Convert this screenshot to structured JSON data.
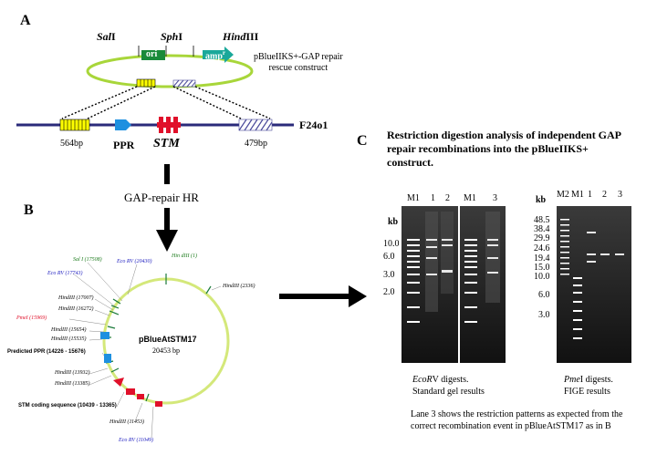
{
  "panel_a": {
    "letter": "A",
    "sites": [
      "SalI",
      "SphI",
      "HindIII"
    ],
    "sal_italic": "Sal",
    "sal_rest": "I",
    "sph_italic": "Sph",
    "sph_rest": "I",
    "hind_italic": "Hind",
    "hind_rest": "III",
    "ori": "ori",
    "amp": "amp",
    "amp_sup": "r",
    "construct_line1": "pBlueIIKS+-GAP repair",
    "construct_line2": "rescue construct",
    "bac_label": "F24o1",
    "left_bp": "564bp",
    "right_bp": "479bp",
    "ppr": "PPR",
    "stm": "STM",
    "hr_label": "GAP-repair HR"
  },
  "panel_b": {
    "letter": "B",
    "plasmid_name": "pBlueAtSTM17",
    "plasmid_size": "20453 bp",
    "sal1": "Sal I (17508)",
    "ecorv_top": "Eco RV (20430)",
    "ecorv_left": "Eco RV (17743)",
    "hind_top": "Hin dIII (1)",
    "hind_2336": "HindIII (2336)",
    "hind_17007": "HindIII (17007)",
    "hind_16272": "HindIII (16272)",
    "pme1": "PmeI (15969)",
    "hind_15654": "HindIII (15654)",
    "hind_15535": "HindIII (15535)",
    "predicted_ppr": "Predicted PPR (14226 - 15676)",
    "hind_13932": "HindIII (13932)",
    "hind_13385": "HindIII (13385)",
    "stm_seq": "STM coding sequence (10439 - 13365)",
    "hind_11453": "HindIII (11453)",
    "ecorv_bottom": "Eco RV (11049)"
  },
  "panel_c": {
    "letter": "C",
    "title_line1": "Restriction digestion analysis of independent GAP",
    "title_line2": "repair recombinations into the pBlueIIKS+",
    "title_line3": "construct.",
    "gel1_lanes": [
      "M1",
      "1",
      "2",
      "M1",
      "3"
    ],
    "gel1_kb": "kb",
    "gel1_markers": [
      "10.0",
      "6.0",
      "3.0",
      "2.0"
    ],
    "gel2_lanes": [
      "M2",
      "M1",
      "1",
      "2",
      "3"
    ],
    "gel2_kb": "kb",
    "gel2_markers": [
      "48.5",
      "38.4",
      "29.9",
      "24.6",
      "19.4",
      "15.0",
      "10.0",
      "6.0",
      "3.0"
    ],
    "gel1_caption_italic": "EcoR",
    "gel1_caption_rest": "V digests.",
    "gel1_caption2": "Standard gel results",
    "gel2_caption_italic": "Pme",
    "gel2_caption_rest": "I digests.",
    "gel2_caption2": "FIGE results",
    "lane3_line1": "Lane 3 shows the restriction patterns as expected from the",
    "lane3_line2": "correct recombination event in pBlueAtSTM17 as in B"
  }
}
